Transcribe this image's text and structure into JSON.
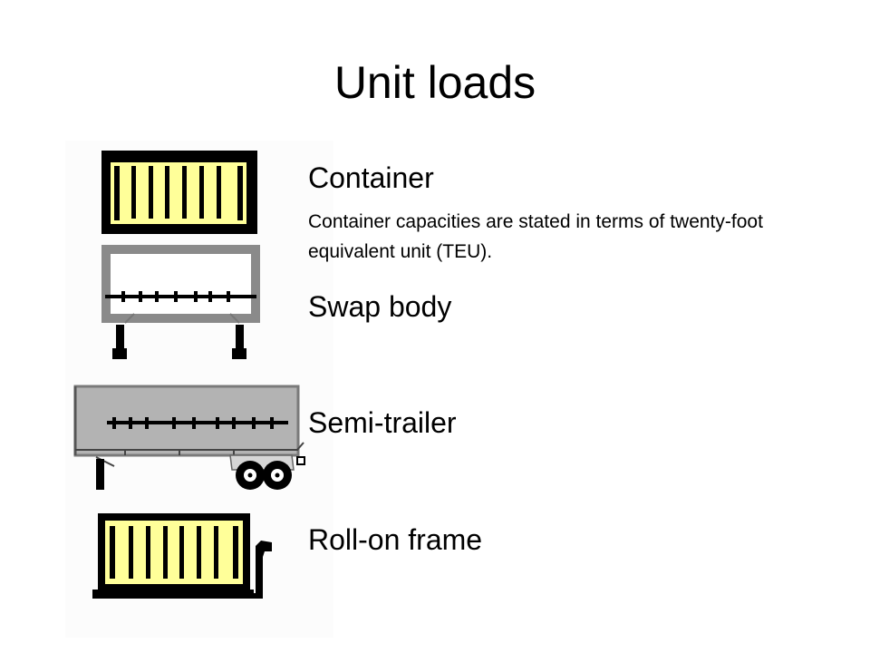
{
  "slide": {
    "title": "Unit loads"
  },
  "items": [
    {
      "label": "Container",
      "note": "Container capacities are stated in terms of twenty-foot equivalent unit (TEU).",
      "icon": "container-icon"
    },
    {
      "label": "Swap body",
      "icon": "swap-body-icon"
    },
    {
      "label": "Semi-trailer",
      "icon": "semi-trailer-icon"
    },
    {
      "label": "Roll-on frame",
      "icon": "roll-on-frame-icon"
    }
  ],
  "colors": {
    "container_fill": "#ffff99",
    "outline": "#000000",
    "swap_body_frame": "#8a8a8a",
    "semi_trailer_body": "#b3b3b3",
    "semi_trailer_outline": "#7a7a7a",
    "panel_background": "#fcfcfc"
  }
}
